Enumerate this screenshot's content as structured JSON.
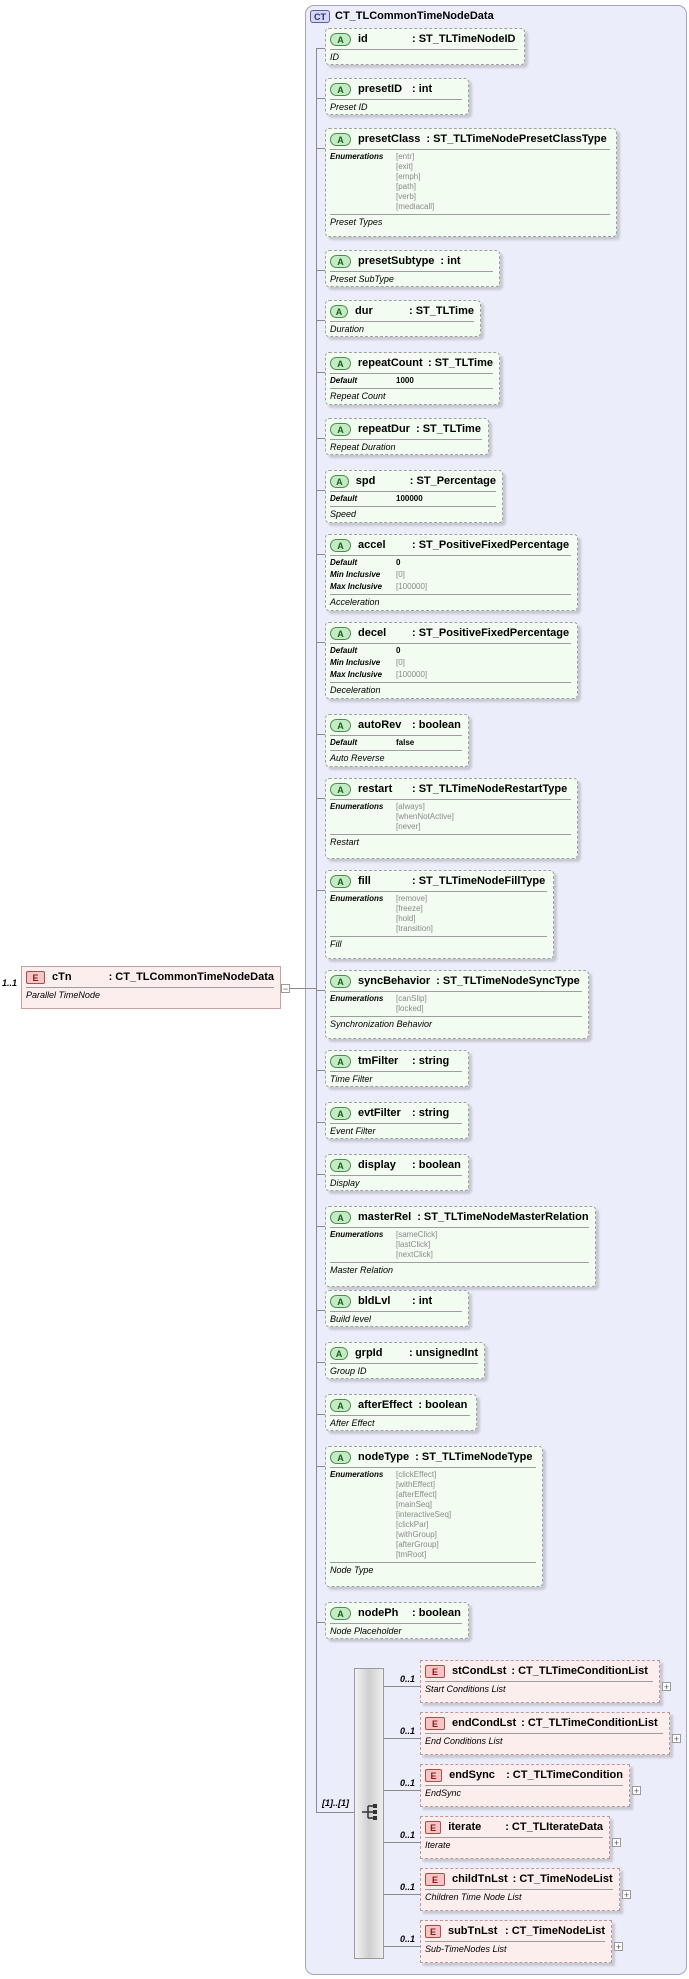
{
  "root": {
    "occurrence": "1..1",
    "badge": "E",
    "name": "cTn",
    "type": ": CT_TLCommonTimeNodeData",
    "description": "Parallel TimeNode",
    "expander": "−"
  },
  "complex_type": {
    "badge": "CT",
    "name": "CT_TLCommonTimeNodeData"
  },
  "attributes": [
    {
      "badge": "A",
      "name": "id",
      "type": ": ST_TLTimeNodeID",
      "facets": [],
      "description": "ID"
    },
    {
      "badge": "A",
      "name": "presetID",
      "type": ": int",
      "facets": [],
      "description": "Preset ID"
    },
    {
      "badge": "A",
      "name": "presetClass",
      "type": ": ST_TLTimeNodePresetClassType",
      "facets": [
        {
          "label": "Enumerations",
          "values": [
            "[entr]",
            "[exit]",
            "[emph]",
            "[path]",
            "[verb]",
            "[mediacall]"
          ]
        }
      ],
      "description": "Preset Types"
    },
    {
      "badge": "A",
      "name": "presetSubtype",
      "type": ": int",
      "facets": [],
      "description": "Preset SubType"
    },
    {
      "badge": "A",
      "name": "dur",
      "type": ": ST_TLTime",
      "facets": [],
      "description": "Duration"
    },
    {
      "badge": "A",
      "name": "repeatCount",
      "type": ": ST_TLTime",
      "facets": [
        {
          "label": "Default",
          "values": [
            "1000"
          ],
          "bold": true
        }
      ],
      "description": "Repeat Count"
    },
    {
      "badge": "A",
      "name": "repeatDur",
      "type": ": ST_TLTime",
      "facets": [],
      "description": "Repeat Duration"
    },
    {
      "badge": "A",
      "name": "spd",
      "type": ": ST_Percentage",
      "facets": [
        {
          "label": "Default",
          "values": [
            "100000"
          ],
          "bold": true
        }
      ],
      "description": "Speed"
    },
    {
      "badge": "A",
      "name": "accel",
      "type": ": ST_PositiveFixedPercentage",
      "facets": [
        {
          "label": "Default",
          "values": [
            "0"
          ],
          "bold": true
        },
        {
          "label": "Min Inclusive",
          "values": [
            "[0]"
          ]
        },
        {
          "label": "Max Inclusive",
          "values": [
            "[100000]"
          ]
        }
      ],
      "description": "Acceleration"
    },
    {
      "badge": "A",
      "name": "decel",
      "type": ": ST_PositiveFixedPercentage",
      "facets": [
        {
          "label": "Default",
          "values": [
            "0"
          ],
          "bold": true
        },
        {
          "label": "Min Inclusive",
          "values": [
            "[0]"
          ]
        },
        {
          "label": "Max Inclusive",
          "values": [
            "[100000]"
          ]
        }
      ],
      "description": "Deceleration"
    },
    {
      "badge": "A",
      "name": "autoRev",
      "type": ": boolean",
      "facets": [
        {
          "label": "Default",
          "values": [
            "false"
          ],
          "bold": true
        }
      ],
      "description": "Auto Reverse"
    },
    {
      "badge": "A",
      "name": "restart",
      "type": ": ST_TLTimeNodeRestartType",
      "facets": [
        {
          "label": "Enumerations",
          "values": [
            "[always]",
            "[whenNotActive]",
            "[never]"
          ]
        }
      ],
      "description": "Restart"
    },
    {
      "badge": "A",
      "name": "fill",
      "type": ": ST_TLTimeNodeFillType",
      "facets": [
        {
          "label": "Enumerations",
          "values": [
            "[remove]",
            "[freeze]",
            "[hold]",
            "[transition]"
          ]
        }
      ],
      "description": "Fill"
    },
    {
      "badge": "A",
      "name": "syncBehavior",
      "type": ": ST_TLTimeNodeSyncType",
      "facets": [
        {
          "label": "Enumerations",
          "values": [
            "[canSlip]",
            "[locked]"
          ]
        }
      ],
      "description": "Synchronization Behavior"
    },
    {
      "badge": "A",
      "name": "tmFilter",
      "type": ": string",
      "facets": [],
      "description": "Time Filter"
    },
    {
      "badge": "A",
      "name": "evtFilter",
      "type": ": string",
      "facets": [],
      "description": "Event Filter"
    },
    {
      "badge": "A",
      "name": "display",
      "type": ": boolean",
      "facets": [],
      "description": "Display"
    },
    {
      "badge": "A",
      "name": "masterRel",
      "type": ": ST_TLTimeNodeMasterRelation",
      "facets": [
        {
          "label": "Enumerations",
          "values": [
            "[sameClick]",
            "[lastClick]",
            "[nextClick]"
          ]
        }
      ],
      "description": "Master Relation"
    },
    {
      "badge": "A",
      "name": "bldLvl",
      "type": ": int",
      "facets": [],
      "description": "Build level"
    },
    {
      "badge": "A",
      "name": "grpId",
      "type": ": unsignedInt",
      "facets": [],
      "description": "Group ID"
    },
    {
      "badge": "A",
      "name": "afterEffect",
      "type": ": boolean",
      "facets": [],
      "description": "After Effect"
    },
    {
      "badge": "A",
      "name": "nodeType",
      "type": ": ST_TLTimeNodeType",
      "facets": [
        {
          "label": "Enumerations",
          "values": [
            "[clickEffect]",
            "[withEffect]",
            "[afterEffect]",
            "[mainSeq]",
            "[interactiveSeq]",
            "[clickPar]",
            "[withGroup]",
            "[afterGroup]",
            "[tmRoot]"
          ]
        }
      ],
      "description": "Node Type"
    },
    {
      "badge": "A",
      "name": "nodePh",
      "type": ": boolean",
      "facets": [],
      "description": "Node Placeholder"
    }
  ],
  "sequence": {
    "occurrence": "[1]..[1]"
  },
  "children": [
    {
      "occurrence": "0..1",
      "badge": "E",
      "name": "stCondLst",
      "type": ": CT_TLTimeConditionList",
      "description": "Start Conditions List",
      "expander": "+"
    },
    {
      "occurrence": "0..1",
      "badge": "E",
      "name": "endCondLst",
      "type": ": CT_TLTimeConditionList",
      "description": "End Conditions List",
      "expander": "+"
    },
    {
      "occurrence": "0..1",
      "badge": "E",
      "name": "endSync",
      "type": ": CT_TLTimeCondition",
      "description": "EndSync",
      "expander": "+"
    },
    {
      "occurrence": "0..1",
      "badge": "E",
      "name": "iterate",
      "type": ": CT_TLIterateData",
      "description": "Iterate",
      "expander": "+"
    },
    {
      "occurrence": "0..1",
      "badge": "E",
      "name": "childTnLst",
      "type": ": CT_TimeNodeList",
      "description": "Children Time Node List",
      "expander": "+"
    },
    {
      "occurrence": "0..1",
      "badge": "E",
      "name": "subTnLst",
      "type": ": CT_TimeNodeList",
      "description": "Sub-TimeNodes List",
      "expander": "+"
    }
  ]
}
